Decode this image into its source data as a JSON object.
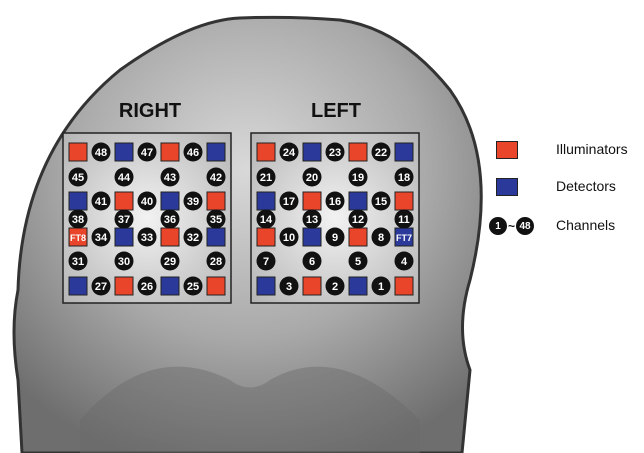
{
  "labels": {
    "right": "RIGHT",
    "left": "LEFT"
  },
  "legend": {
    "illuminators": "Illuminators",
    "detectors": "Detectors",
    "channels": "Channels",
    "channel_first": "1",
    "channel_last": "48",
    "tilde": "~"
  },
  "colors": {
    "illuminator": "#e8452b",
    "detector": "#2b3a9a",
    "channel": "#111111"
  },
  "right_panel": {
    "grid_rows": [
      [
        "I",
        "D",
        "I",
        "D"
      ],
      [
        "D",
        "I",
        "D",
        "I"
      ],
      [
        "FT8",
        "D",
        "I",
        "D"
      ],
      [
        "D",
        "I",
        "D",
        "I"
      ]
    ],
    "channel_rows": [
      [
        "48",
        "47",
        "46"
      ],
      [
        "45",
        "44",
        "43",
        "42"
      ],
      [
        "41",
        "40",
        "39"
      ],
      [
        "38",
        "37",
        "36",
        "35"
      ],
      [
        "34",
        "33",
        "32"
      ],
      [
        "31",
        "30",
        "29",
        "28"
      ],
      [
        "27",
        "26",
        "25"
      ]
    ]
  },
  "left_panel": {
    "grid_rows": [
      [
        "I",
        "D",
        "I",
        "D"
      ],
      [
        "D",
        "I",
        "D",
        "I"
      ],
      [
        "I",
        "D",
        "I",
        "FT7"
      ],
      [
        "D",
        "I",
        "D",
        "I"
      ]
    ],
    "channel_rows": [
      [
        "24",
        "23",
        "22"
      ],
      [
        "21",
        "20",
        "19",
        "18"
      ],
      [
        "17",
        "16",
        "15"
      ],
      [
        "14",
        "13",
        "12",
        "11"
      ],
      [
        "10",
        "9",
        "8"
      ],
      [
        "7",
        "6",
        "5",
        "4"
      ],
      [
        "3",
        "2",
        "1"
      ]
    ]
  }
}
